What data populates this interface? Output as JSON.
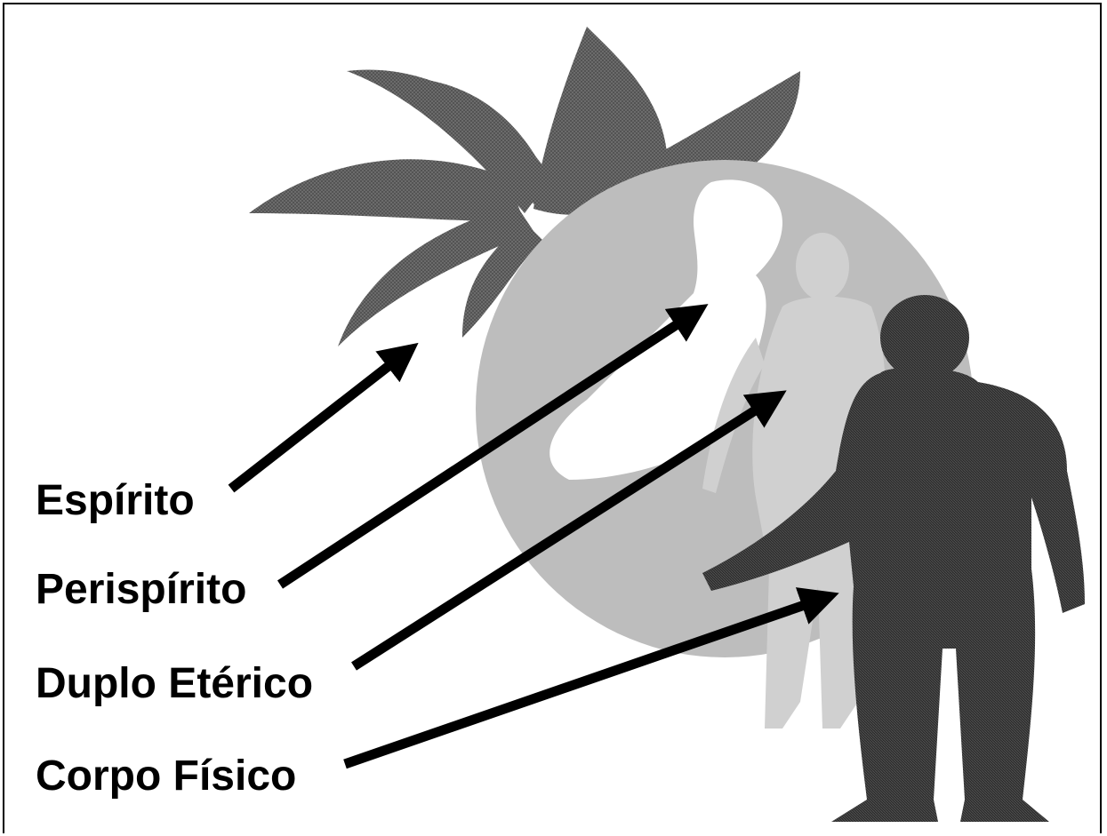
{
  "labels": {
    "espirito": "Espírito",
    "perispirito": "Perispírito",
    "duplo_eterico": "Duplo Etérico",
    "corpo_fisico": "Corpo Físico"
  },
  "colors": {
    "background": "#ffffff",
    "globe": "#bdbdbd",
    "leaves": "#555555",
    "physical_body": "#333333",
    "etheric_body": "#c4c4c4",
    "arrow": "#000000"
  }
}
